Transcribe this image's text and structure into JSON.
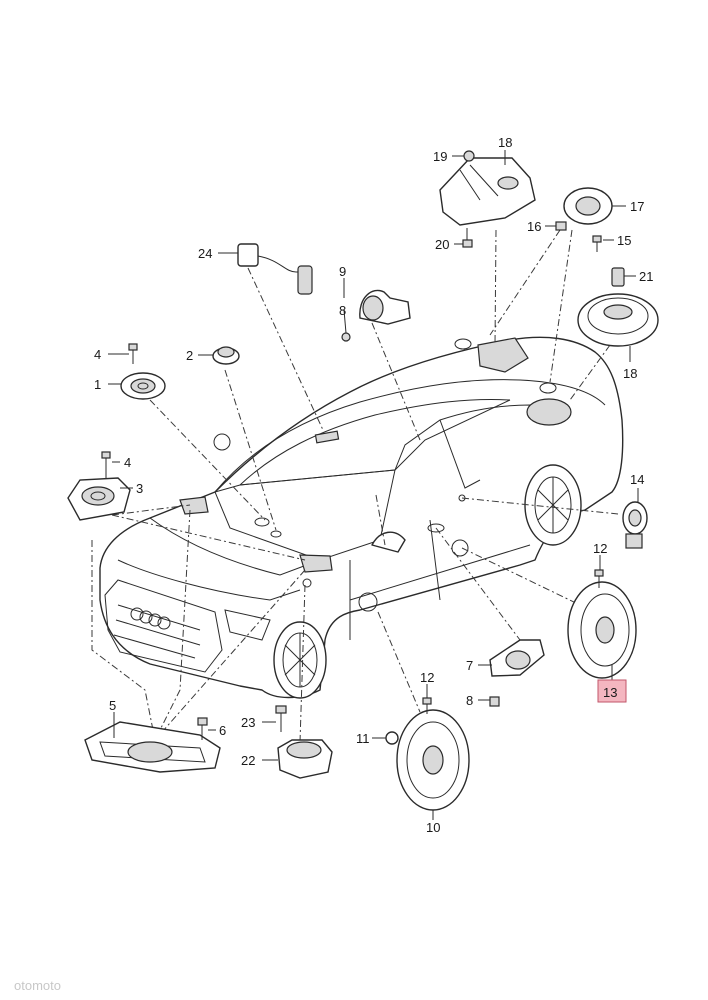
{
  "callouts": [
    {
      "id": "c1",
      "text": "1"
    },
    {
      "id": "c2",
      "text": "2"
    },
    {
      "id": "c3",
      "text": "3"
    },
    {
      "id": "c4a",
      "text": "4"
    },
    {
      "id": "c4b",
      "text": "4"
    },
    {
      "id": "c5",
      "text": "5"
    },
    {
      "id": "c6",
      "text": "6"
    },
    {
      "id": "c7",
      "text": "7"
    },
    {
      "id": "c8a",
      "text": "8"
    },
    {
      "id": "c8b",
      "text": "8"
    },
    {
      "id": "c9",
      "text": "9"
    },
    {
      "id": "c10",
      "text": "10"
    },
    {
      "id": "c11",
      "text": "11"
    },
    {
      "id": "c12a",
      "text": "12"
    },
    {
      "id": "c12b",
      "text": "12"
    },
    {
      "id": "c13",
      "text": "13",
      "highlighted": true
    },
    {
      "id": "c14",
      "text": "14"
    },
    {
      "id": "c15",
      "text": "15"
    },
    {
      "id": "c16",
      "text": "16"
    },
    {
      "id": "c17",
      "text": "17"
    },
    {
      "id": "c18a",
      "text": "18"
    },
    {
      "id": "c18b",
      "text": "18"
    },
    {
      "id": "c19",
      "text": "19"
    },
    {
      "id": "c20",
      "text": "20"
    },
    {
      "id": "c21",
      "text": "21"
    },
    {
      "id": "c22",
      "text": "22"
    },
    {
      "id": "c23",
      "text": "23"
    },
    {
      "id": "c24",
      "text": "24"
    }
  ],
  "colors": {
    "highlight": "#f4b6c0",
    "line": "#2b2b2b"
  },
  "watermark": "otomoto"
}
